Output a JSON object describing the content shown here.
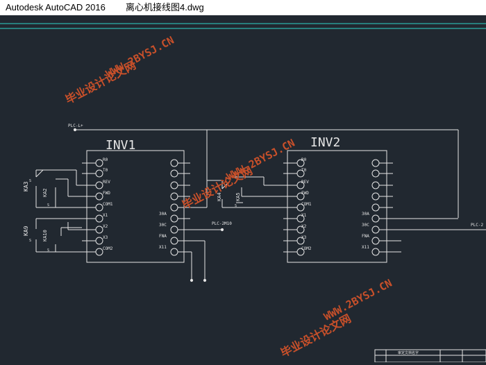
{
  "window": {
    "app_title": "Autodesk AutoCAD 2016",
    "file_name": "离心机接线图4.dwg"
  },
  "drawing": {
    "inv1": {
      "name": "INV1",
      "left_terminals": [
        "R0",
        "T0",
        "REV",
        "FWD",
        "COM1",
        "X1",
        "X2",
        "X3",
        "COM2"
      ],
      "right_terminals": [
        "30A",
        "30C",
        "FNA",
        "X11"
      ]
    },
    "inv2": {
      "name": "INV2",
      "left_terminals": [
        "R0",
        "T0",
        "REV",
        "FWD",
        "COM1",
        "X1",
        "X2",
        "X3",
        "COM2"
      ],
      "right_terminals": [
        "30A",
        "30C",
        "FNA",
        "X11"
      ]
    },
    "relays": {
      "ka3": "KA3",
      "ka2": "KA2",
      "ka9": "KA9",
      "ka10": "KA10",
      "ka4": "KA4",
      "ka5": "KA5"
    },
    "nets": {
      "plc_l": "PLC-L+",
      "plc_2m10": "PLC-2M10",
      "plc_right": "PLC-2"
    },
    "contact_mark": "S",
    "title_block_text": "审定文档名字"
  },
  "watermarks": {
    "url": "WWW.2BYSJ.CN",
    "cn": "毕业设计论文网"
  },
  "colors": {
    "background": "#212830",
    "wire": "#e6e6e6",
    "crosshair": "#2fd6c8",
    "watermark": "#c8502a"
  }
}
